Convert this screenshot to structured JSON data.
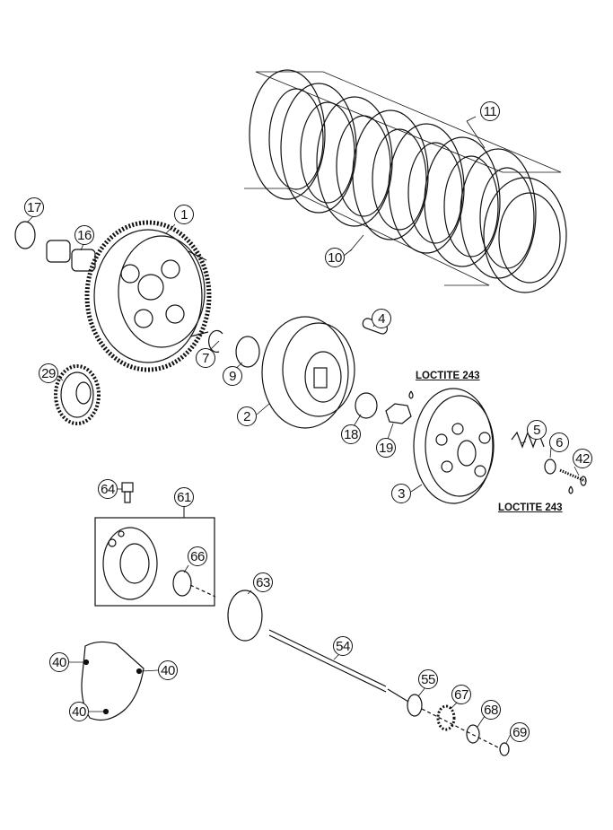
{
  "callouts": {
    "c1": "1",
    "c2": "2",
    "c3": "3",
    "c4": "4",
    "c5": "5",
    "c6": "6",
    "c7": "7",
    "c9": "9",
    "c10": "10",
    "c11": "11",
    "c16": "16",
    "c17": "17",
    "c18": "18",
    "c19": "19",
    "c29": "29",
    "c40a": "40",
    "c40b": "40",
    "c40c": "40",
    "c42": "42",
    "c54": "54",
    "c55": "55",
    "c61": "61",
    "c63": "63",
    "c64": "64",
    "c66": "66",
    "c67": "67",
    "c68": "68",
    "c69": "69"
  },
  "notes": {
    "loctite_top": "LOCTITE 243",
    "loctite_bottom": "LOCTITE 243"
  }
}
